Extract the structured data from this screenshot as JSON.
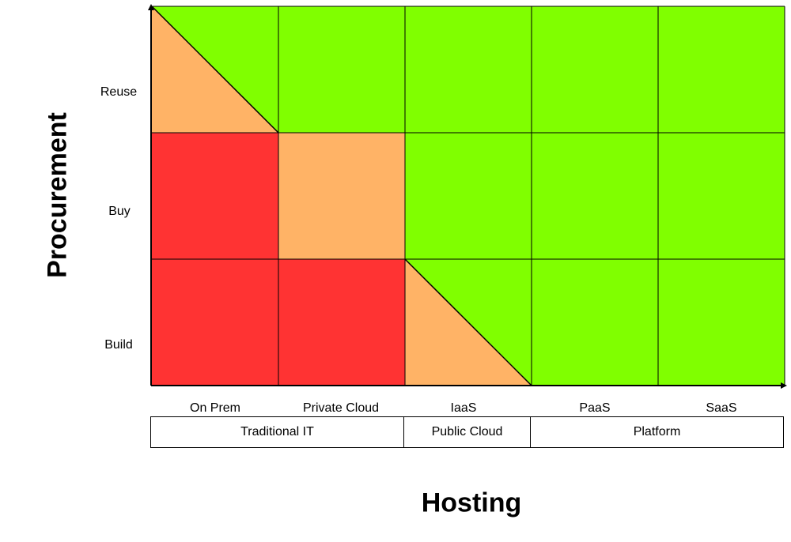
{
  "axes": {
    "y_title": "Procurement",
    "x_title": "Hosting"
  },
  "rows": [
    "Reuse",
    "Buy",
    "Build"
  ],
  "columns": [
    "On Prem",
    "Private Cloud",
    "IaaS",
    "PaaS",
    "SaaS"
  ],
  "groups": [
    "Traditional IT",
    "Public Cloud",
    "Platform"
  ],
  "colors": {
    "green": "#80ff00",
    "orange": "#ffb366",
    "red": "#ff3333",
    "line": "#000000"
  }
}
